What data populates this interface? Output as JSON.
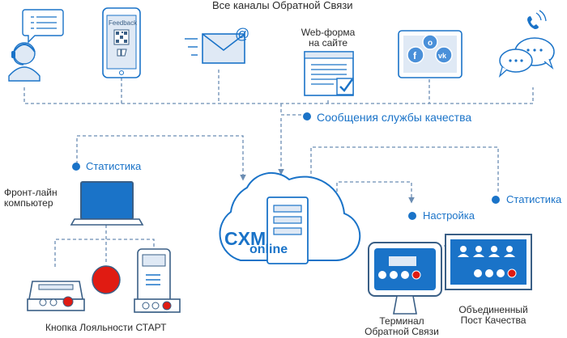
{
  "header": {
    "title": "Все каналы Обратной Связи"
  },
  "channels": {
    "feedback_screen_label": "Feedback",
    "webform_label_line1": "Web-форма",
    "webform_label_line2": "на сайте"
  },
  "flows": {
    "quality_messages": "Сообщения службы качества",
    "statistics_left": "Статистика",
    "statistics_right": "Статистика",
    "settings": "Настройка"
  },
  "cloud": {
    "line1": "CXM",
    "line2": "online"
  },
  "devices": {
    "frontline_line1": "Фронт-лайн",
    "frontline_line2": "компьютер",
    "loyalty_button": "Кнопка Лояльности СТАРТ",
    "terminal_line1": "Терминал",
    "terminal_line2": "Обратной Связи",
    "post_line1": "Объединенный",
    "post_line2": "Пост Качества"
  },
  "colors": {
    "accent": "#1a73c8",
    "line": "#3a5f86",
    "fill_light": "#dfe9f5",
    "red": "#e01b12"
  }
}
